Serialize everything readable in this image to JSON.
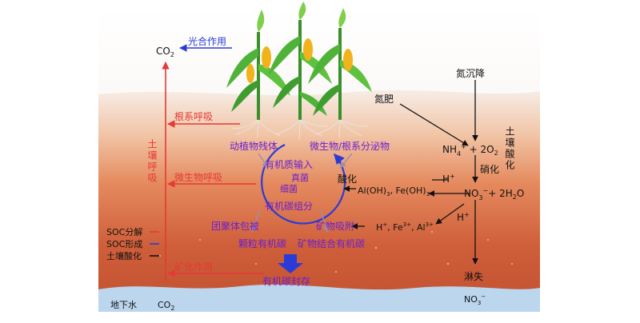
{
  "labels": {
    "co2_top": "CO",
    "co2_sub": "2",
    "photosynthesis": "光合作用",
    "root_respiration": "根系呼吸",
    "soil_respiration": "土壤呼吸",
    "microbial_respiration": "微生物呼吸",
    "mineralization": "矿化作用",
    "groundwater": "地下水",
    "co2_bottom": "CO",
    "co2_bottom_sub": "2",
    "nitrogen_deposition": "氮沉降",
    "nitrogen_fertilizer": "氮肥",
    "ammonium": "NH",
    "ammonium_sup": "+",
    "ammonium_sub": "4",
    "ammonium_tail": " + 2O",
    "ammonium_tail_sub": "2",
    "soil_acidification_vertical": "土壤酸化",
    "nitrification": "硝化",
    "nitrate": "NO",
    "nitrate_sub": "3",
    "nitrate_sup": "−",
    "nitrate_tail": "+ 2H",
    "nitrate_tail_sub": "2",
    "nitrate_tail_end": "O",
    "h_plus": "H",
    "h_plus_sup": "+",
    "h_plus_lower": "H",
    "h_plus_lower_sup": "+",
    "acidification": "酸化",
    "hydroxides": "Al(OH)",
    "hydroxides_sub1": "3",
    "hydroxides_mid": ", Fe(OH)",
    "hydroxides_sub2": "3",
    "cations": "H",
    "cations_rest": ", Fe",
    "cations_fe": "3+",
    "cations_al": ", Al",
    "cations_al_sup": "3+",
    "leaching": "淋失",
    "nitrate_bottom": "NO",
    "nitrate_bottom_sub": "3",
    "nitrate_bottom_sup": "−",
    "plant_residue": "动植物残体",
    "microbial_exudates": "微生物/根系分泌物",
    "om_input": "有机质输入",
    "fungi": "真菌",
    "bacteria": "细菌",
    "organic_carbon_component": "有机碳组分",
    "aggregate_occlusion": "团聚体包被",
    "mineral_adsorption": "矿物吸附",
    "particulate_oc": "颗粒有机碳",
    "mineral_associated_oc": "矿物结合有机碳",
    "oc_storage": "有机碳封存"
  },
  "legend": [
    {
      "label": "SOC分解",
      "color": "#e53935"
    },
    {
      "label": "SOC形成",
      "color": "#2a3bd8"
    },
    {
      "label": "土壤酸化",
      "color": "#111111"
    }
  ],
  "colors": {
    "red": "#e53935",
    "blue": "#2a3bd8",
    "purple": "#6a1fd0",
    "black": "#111111",
    "water": "#bcd6ee"
  }
}
